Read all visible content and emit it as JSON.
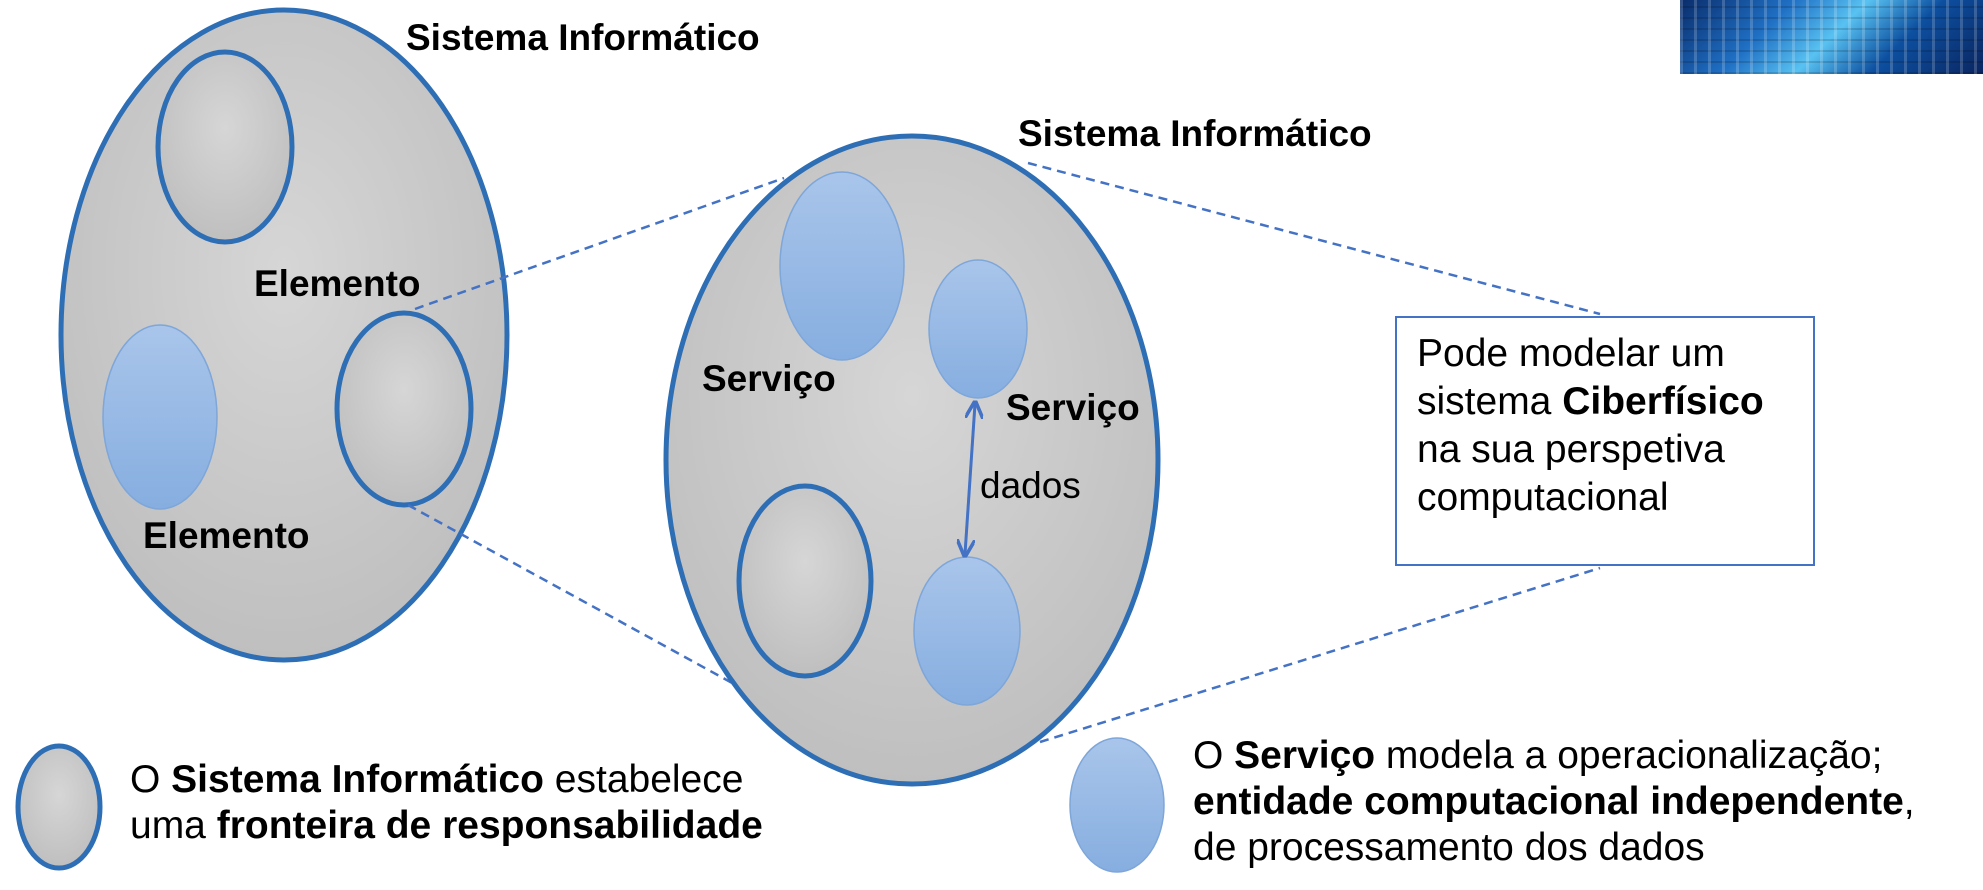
{
  "header_title": "Sistema Informático",
  "zoom": {
    "title": "Sistema Informático",
    "service_left": "Serviço",
    "service_right": "Serviço",
    "arrow_label": "dados"
  },
  "left_system": {
    "element_top": "Elemento",
    "element_bottom": "Elemento"
  },
  "note": {
    "line1": "Pode modelar um",
    "line2_prefix": "sistema ",
    "line2_bold": "Ciberfísico",
    "line3": "na sua perspetiva",
    "line4": "computacional"
  },
  "legend_system": {
    "p1": "O ",
    "b1": "Sistema Informático",
    "p2": " estabelece",
    "p3": "uma ",
    "b2": "fronteira de responsabilidade"
  },
  "legend_service": {
    "p1": "O ",
    "b1": "Serviço",
    "p2": " modela a operacionalização;",
    "b2": "entidade computacional independente",
    "p3": ",",
    "p4": "de processamento dos dados"
  },
  "colors": {
    "system_fill": "#C8C8C8",
    "outline": "#2E6EB5",
    "service_fill": "#8FB4E3",
    "connector": "#4472C4"
  },
  "icons": {
    "corner_image": "circuit-board-thumbnail"
  }
}
